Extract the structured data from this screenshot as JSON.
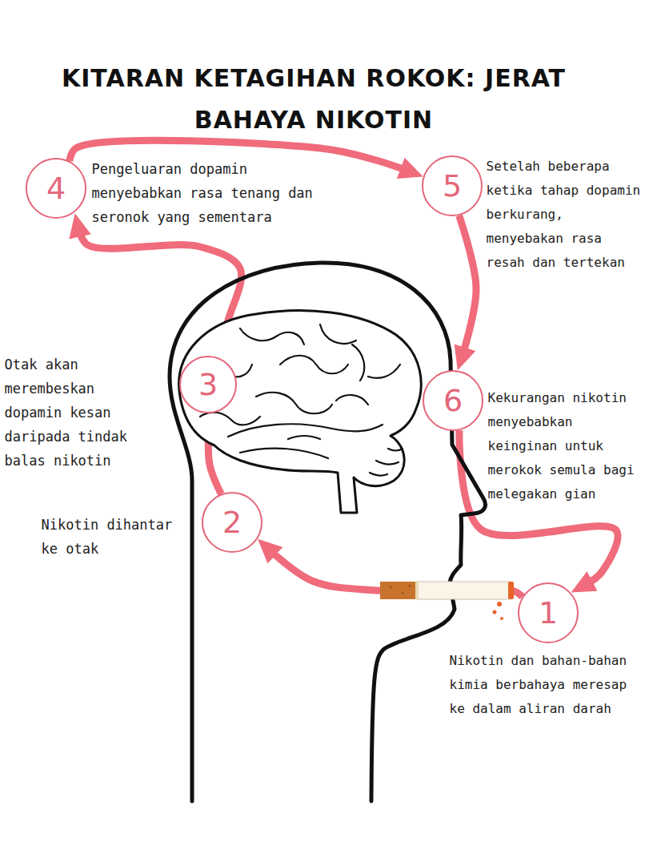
{
  "diagram": {
    "title": "KITARAN KETAGIHAN ROKOK: JERAT BAHAYA NIKOTIN",
    "nodes": [
      {
        "text": [
          "1",
          "Nikotin dan bahan-bahan kimia berbahaya meresap ke dalam aliran darah"
        ]
      },
      {
        "text": [
          "2",
          "Nikotin dihantar ke otak"
        ]
      },
      {
        "text": [
          "3",
          "Otak akan merembeskan dopamin kesan daripada tindak balas nikotin"
        ]
      },
      {
        "text": [
          "4",
          "Pengeluaran dopamin menyebabkan rasa tenang dan seronok yang sementara"
        ]
      },
      {
        "text": [
          "5",
          "Setelah beberapa ketika tahap dopamin berkurang, menyebakan rasa resah dan tertekan"
        ]
      },
      {
        "text": [
          "6",
          "Kekurangan nikotin menyebabkan keinginan untuk merokok semula bagi melegakan gian"
        ]
      }
    ],
    "edges": [
      {
        "from": 0,
        "to": 1,
        "arrow": "to"
      },
      {
        "from": 1,
        "to": 2,
        "arrow": "to"
      },
      {
        "from": 2,
        "to": 3,
        "arrow": "to"
      },
      {
        "from": 3,
        "to": 4,
        "arrow": "to"
      },
      {
        "from": 4,
        "to": 5,
        "arrow": "to"
      },
      {
        "from": 5,
        "to": 0,
        "arrow": "to"
      }
    ]
  }
}
